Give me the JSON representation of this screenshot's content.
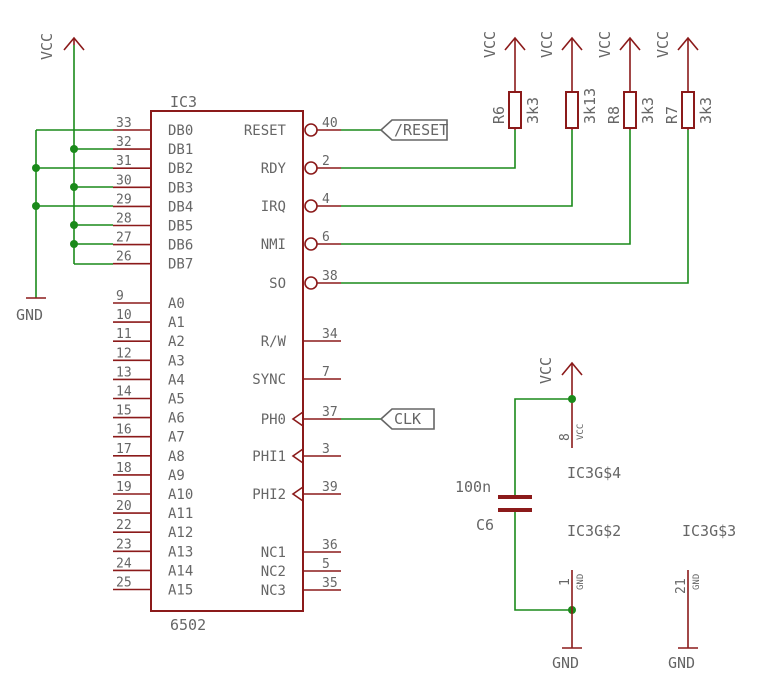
{
  "chip": {
    "ref": "IC3",
    "value": "6502",
    "data_pins": [
      {
        "num": "33",
        "name": "DB0"
      },
      {
        "num": "32",
        "name": "DB1"
      },
      {
        "num": "31",
        "name": "DB2"
      },
      {
        "num": "30",
        "name": "DB3"
      },
      {
        "num": "29",
        "name": "DB4"
      },
      {
        "num": "28",
        "name": "DB5"
      },
      {
        "num": "27",
        "name": "DB6"
      },
      {
        "num": "26",
        "name": "DB7"
      }
    ],
    "addr_pins": [
      {
        "num": "9",
        "name": "A0"
      },
      {
        "num": "10",
        "name": "A1"
      },
      {
        "num": "11",
        "name": "A2"
      },
      {
        "num": "12",
        "name": "A3"
      },
      {
        "num": "13",
        "name": "A4"
      },
      {
        "num": "14",
        "name": "A5"
      },
      {
        "num": "15",
        "name": "A6"
      },
      {
        "num": "16",
        "name": "A7"
      },
      {
        "num": "17",
        "name": "A8"
      },
      {
        "num": "18",
        "name": "A9"
      },
      {
        "num": "19",
        "name": "A10"
      },
      {
        "num": "20",
        "name": "A11"
      },
      {
        "num": "22",
        "name": "A12"
      },
      {
        "num": "23",
        "name": "A13"
      },
      {
        "num": "24",
        "name": "A14"
      },
      {
        "num": "25",
        "name": "A15"
      }
    ],
    "right_pins": [
      {
        "num": "40",
        "name": "RESET"
      },
      {
        "num": "2",
        "name": "RDY"
      },
      {
        "num": "4",
        "name": "IRQ"
      },
      {
        "num": "6",
        "name": "NMI"
      },
      {
        "num": "38",
        "name": "SO"
      },
      {
        "num": "34",
        "name": "R/W"
      },
      {
        "num": "7",
        "name": "SYNC"
      },
      {
        "num": "37",
        "name": "PH0"
      },
      {
        "num": "3",
        "name": "PHI1"
      },
      {
        "num": "39",
        "name": "PHI2"
      },
      {
        "num": "36",
        "name": "NC1"
      },
      {
        "num": "5",
        "name": "NC2"
      },
      {
        "num": "35",
        "name": "NC3"
      }
    ]
  },
  "resistors": [
    {
      "ref": "R6",
      "value": "3k3"
    },
    {
      "ref": "",
      "value": "3k13"
    },
    {
      "ref": "R8",
      "value": "3k3"
    },
    {
      "ref": "R7",
      "value": "3k3"
    }
  ],
  "power": {
    "vcc": "VCC",
    "gnd": "GND"
  },
  "net_labels": {
    "reset": "/RESET",
    "clk": "CLK"
  },
  "capacitor": {
    "ref": "C6",
    "value": "100n"
  },
  "power_gates": [
    {
      "name": "IC3G$4",
      "pin_num": "8",
      "pin_name": "VCC"
    },
    {
      "name": "IC3G$2",
      "pin_num": "1",
      "pin_name": "GND"
    },
    {
      "name": "IC3G$3",
      "pin_num": "21",
      "pin_name": "GND"
    }
  ],
  "colors": {
    "wire": "#1a8a1a",
    "component": "#8b1a1a",
    "text": "#666666"
  }
}
